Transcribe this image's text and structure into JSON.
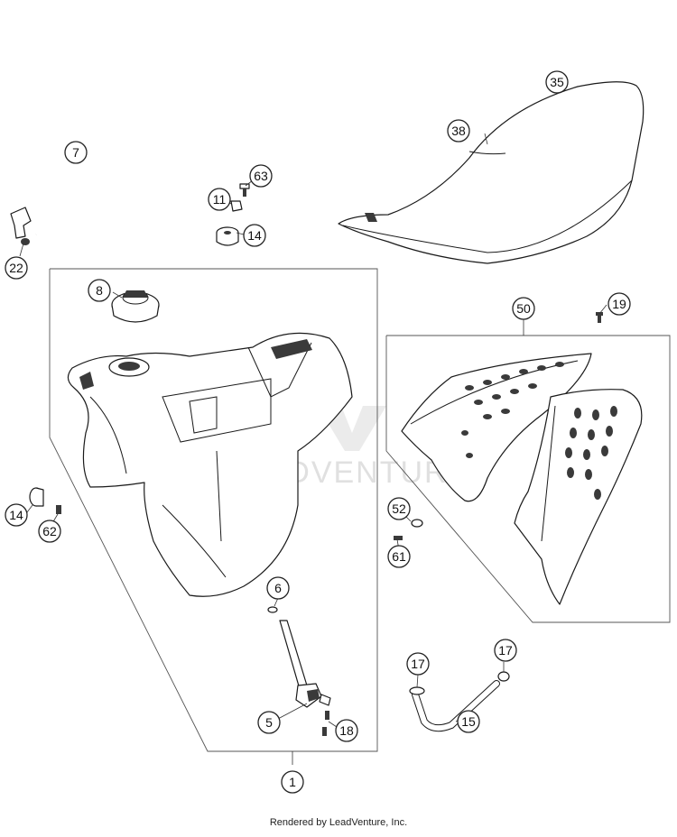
{
  "callouts": {
    "c35": "35",
    "c38": "38",
    "c7": "7",
    "c63": "63",
    "c11": "11",
    "c14a": "14",
    "c22": "22",
    "c8": "8",
    "c50": "50",
    "c19": "19",
    "c14b": "14",
    "c62": "62",
    "c52": "52",
    "c61": "61",
    "c6": "6",
    "c17a": "17",
    "c17b": "17",
    "c5": "5",
    "c18": "18",
    "c15": "15",
    "c1": "1"
  },
  "watermark": "LEADVENTURE",
  "footer": "Rendered by LeadVenture, Inc."
}
